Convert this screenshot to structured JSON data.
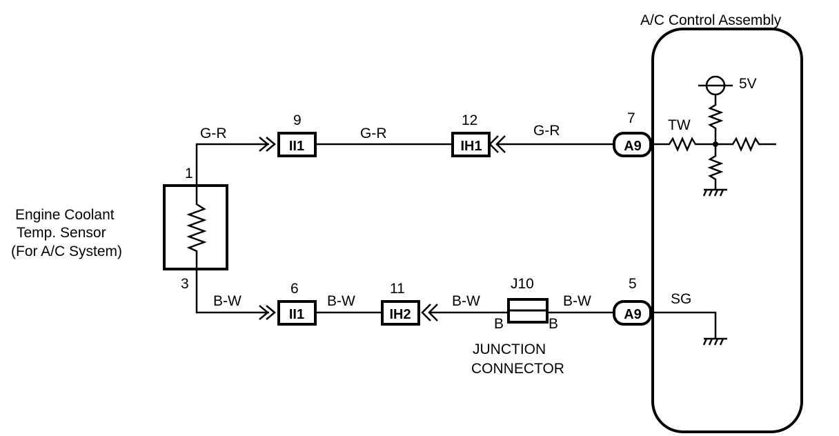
{
  "ecu": {
    "title": "A/C Control Assembly",
    "supply": "5V",
    "tw_label": "TW",
    "sg_label": "SG"
  },
  "sensor": {
    "line1": "Engine Coolant",
    "line2": "Temp. Sensor",
    "line3": "(For A/C System)",
    "pin_top": "1",
    "pin_bottom": "3"
  },
  "top_wire": {
    "color_a": "G-R",
    "color_b": "G-R",
    "color_c": "G-R",
    "conn1": {
      "pin": "9",
      "label": "II1"
    },
    "conn2": {
      "pin": "12",
      "label": "IH1"
    },
    "conn3": {
      "pin": "7",
      "label": "A9"
    }
  },
  "bottom_wire": {
    "color_a": "B-W",
    "color_b": "B-W",
    "color_c": "B-W",
    "color_d": "B-W",
    "conn1": {
      "pin": "6",
      "label": "II1"
    },
    "conn2": {
      "pin": "11",
      "label": "IH2"
    },
    "junction": {
      "id": "J10",
      "left": "B",
      "right": "B",
      "caption1": "JUNCTION",
      "caption2": "CONNECTOR"
    },
    "conn3": {
      "pin": "5",
      "label": "A9"
    }
  }
}
